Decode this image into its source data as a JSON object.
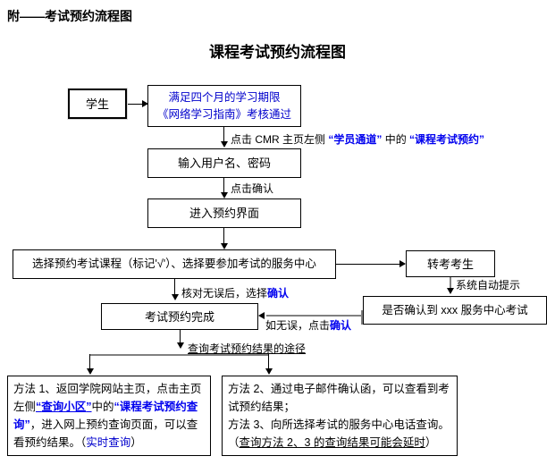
{
  "document": {
    "appendix_title": "附——考试预约流程图",
    "chart_title": "课程考试预约流程图"
  },
  "colors": {
    "text": "#000000",
    "accent_blue": "#0000ee",
    "box_border": "#000000",
    "connector_gray": "#808080",
    "background": "#ffffff"
  },
  "nodes": {
    "student": {
      "label": "学生"
    },
    "prereq": {
      "line1": "满足四个月的学习期限",
      "line2": "《网络学习指南》考核通过"
    },
    "login": {
      "label": "输入用户名、密码"
    },
    "booking_ui": {
      "label": "进入预约界面"
    },
    "select_course": {
      "label": "选择预约考试课程（标记'√'）、选择要参加考试的服务中心"
    },
    "transfer_candidate": {
      "label": "转考考生"
    },
    "confirm_center": {
      "label": "是否确认到 xxx 服务中心考试"
    },
    "booking_done": {
      "label": "考试预约完成"
    },
    "method1": {
      "seg1": "方法 1、返回学院网站主页，点击主页左侧",
      "seg2_quote_open": "“",
      "seg2": "查询小区",
      "seg2_quote_close": "”",
      "seg3": "中的",
      "seg4_quote_open": "“",
      "seg4": "课程考试预约查询",
      "seg4_quote_close": "”",
      "seg5": "，进入网上预约查询页面，可以查看预约结果。（",
      "seg6": "实时查询",
      "seg7": "）"
    },
    "method23": {
      "line1": "方法 2、通过电子邮件确认函，可以查看到考试预约结果；",
      "line2": "方法 3、向所选择考试的服务中心电话查询。",
      "line3_open": "（",
      "line3_underlined": "查询方法 2、3 的查询结果可能会延时",
      "line3_close": "）"
    }
  },
  "edges": {
    "to_login": {
      "prefix": "点击 CMR 主页左侧 ",
      "quote1_open": "“",
      "emph1": "学员通道",
      "quote1_close": "”",
      "middle": " 中的 ",
      "quote2_open": "“",
      "emph2": "课程考试预约",
      "quote2_close": "”"
    },
    "to_booking_ui": {
      "label": "点击确认"
    },
    "system_prompt": {
      "label": "系统自动提示"
    },
    "verify_ok": {
      "prefix": "核对无误后，选择",
      "emph": "确认"
    },
    "no_error": {
      "prefix": "如无误，点击",
      "emph": "确认"
    },
    "query_methods": {
      "label": "查询考试预约结果的途径"
    }
  }
}
